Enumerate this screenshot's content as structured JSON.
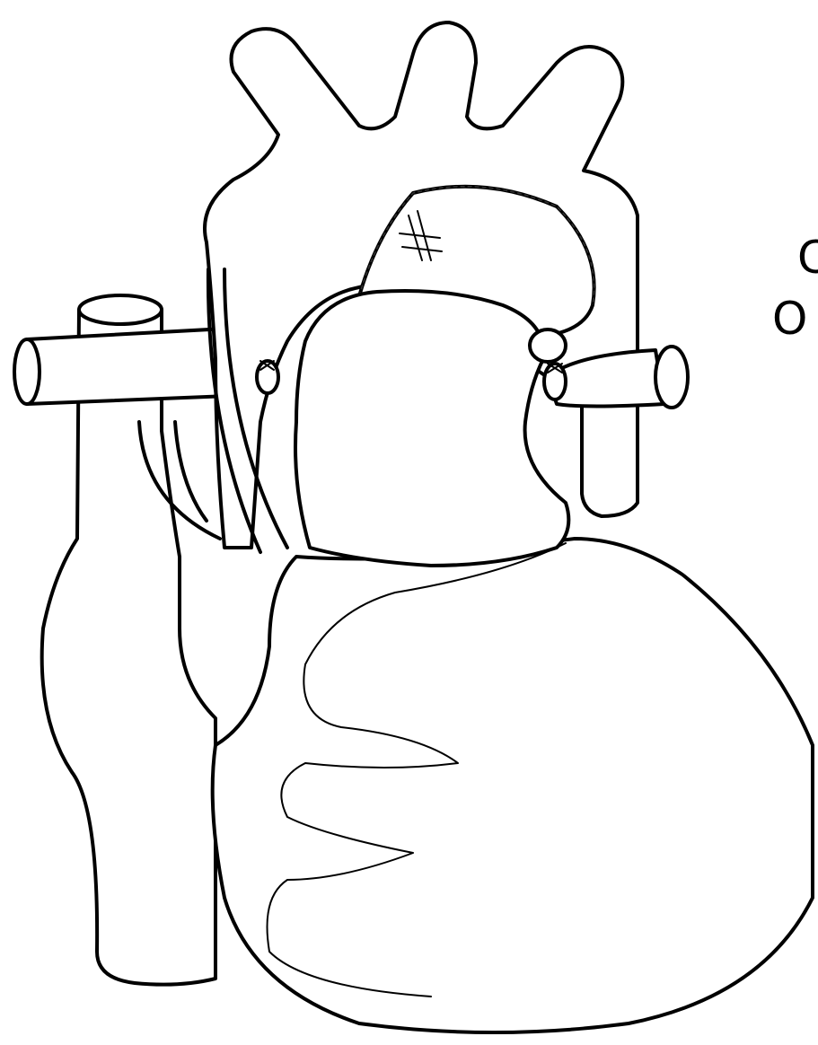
{
  "figure": {
    "labels": [
      {
        "id": "label-top",
        "text": "C"
      },
      {
        "id": "label-bottom",
        "text": "O"
      }
    ]
  }
}
